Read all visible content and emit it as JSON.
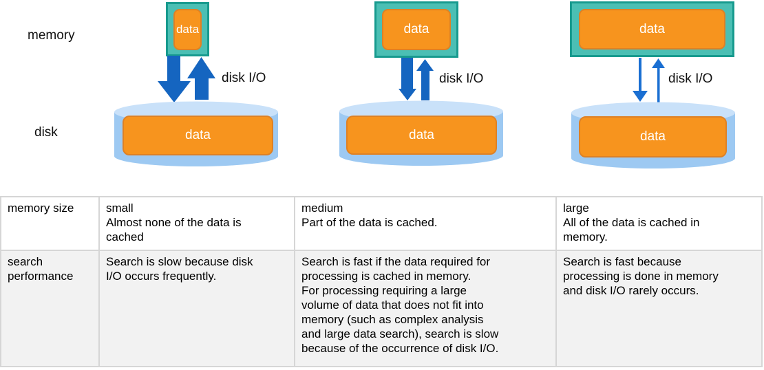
{
  "diagram": {
    "memory_label": "memory",
    "disk_label": "disk",
    "data_label": "data",
    "disk_io_label": "disk I/O",
    "scenarios": [
      "small",
      "medium",
      "large"
    ],
    "colors": {
      "memory_box_fill": "#4bbfb4",
      "memory_box_border": "#179a8e",
      "data_box_fill": "#f7941e",
      "data_box_border": "#de8125",
      "arrow_blue": "#1565c0",
      "arrow_blue_thin": "#1a6fd2",
      "disk_body": "#9dc9f2",
      "disk_top": "#c9e1f9",
      "table_border": "#d6d6d6",
      "table_alt_row_bg": "#f2f2f2"
    }
  },
  "table": {
    "rows": [
      {
        "header": "memory size",
        "cells": [
          "small\nAlmost none of the data is\ncached",
          "medium\nPart of the data is cached.",
          "large\nAll of the data is cached in\nmemory."
        ]
      },
      {
        "header": "search\nperformance",
        "cells": [
          "Search is slow because disk\nI/O occurs frequently.",
          "Search is fast if the data required for\nprocessing is cached in memory.\nFor processing requiring a large\nvolume of data that does not fit into\nmemory (such as complex analysis\nand large data search), search is slow\nbecause of the occurrence of disk I/O.",
          "Search is fast because\nprocessing is done in memory\nand disk I/O rarely occurs."
        ]
      }
    ]
  }
}
